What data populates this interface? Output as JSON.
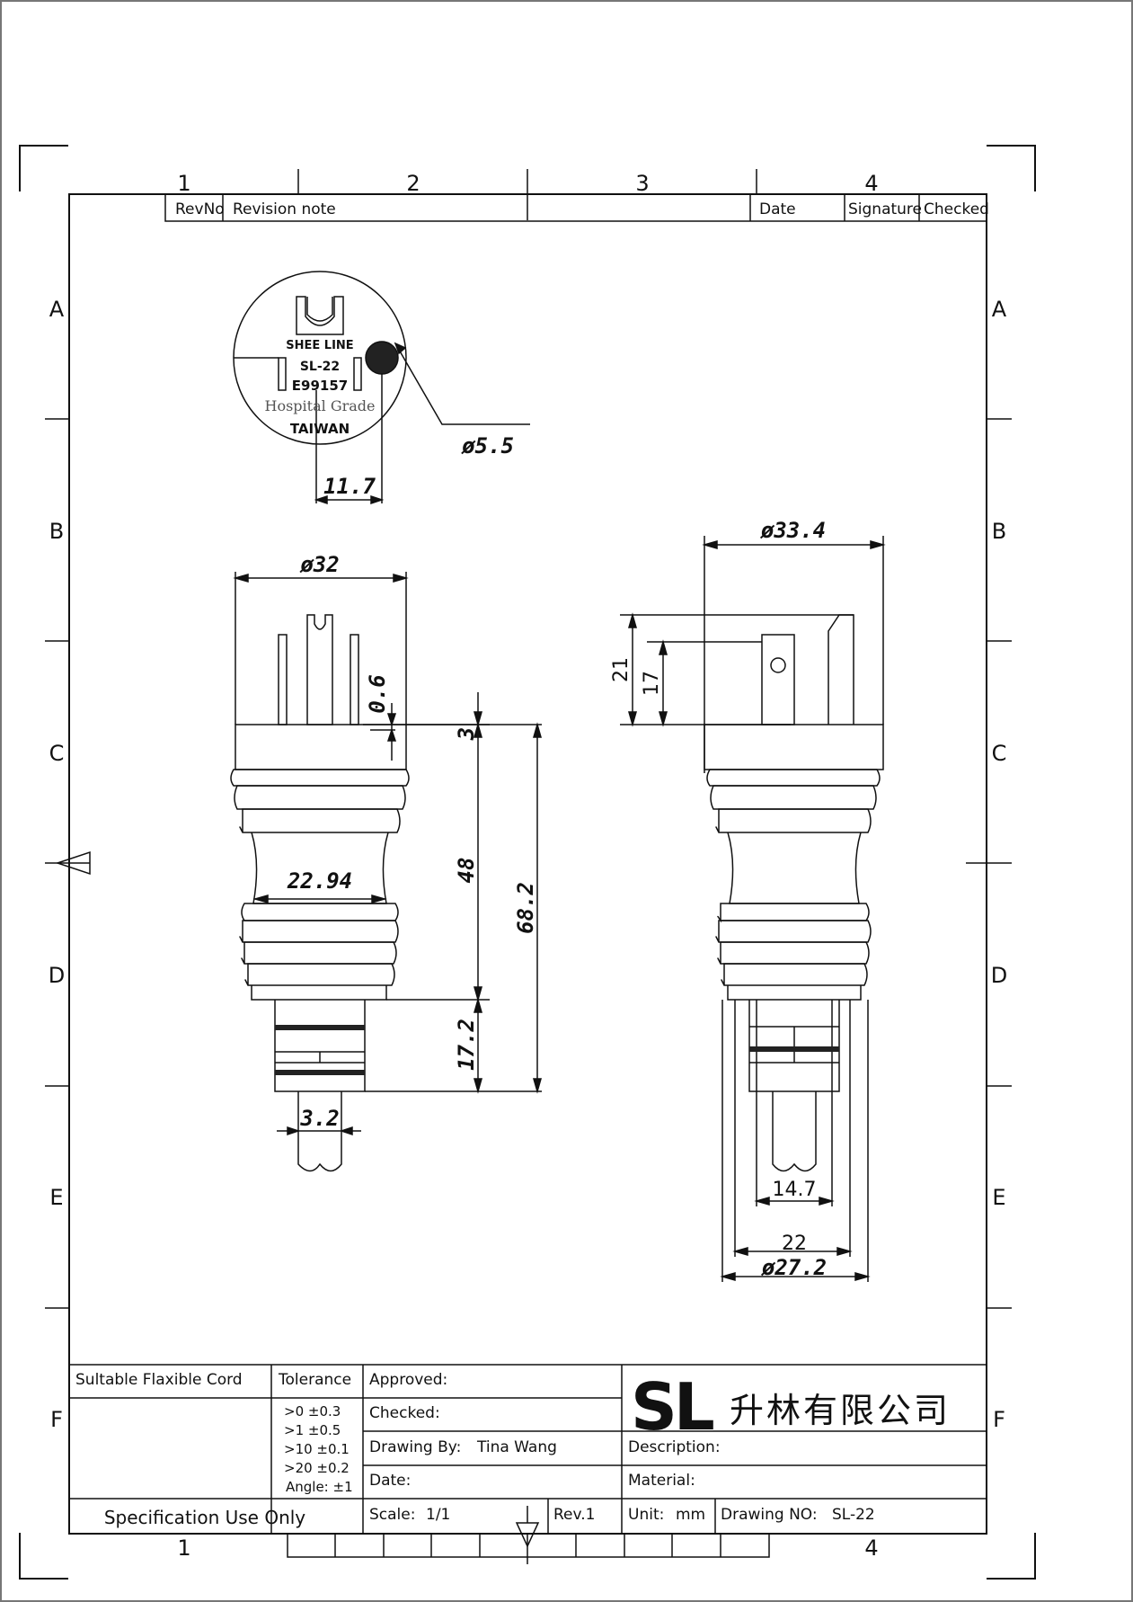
{
  "grid": {
    "columns": [
      "1",
      "2",
      "3",
      "4"
    ],
    "rows": [
      "A",
      "B",
      "C",
      "D",
      "E",
      "F"
    ],
    "bottom_columns": [
      "1",
      "4"
    ]
  },
  "revision_table": {
    "headers": [
      "RevNo",
      "Revision note",
      "Date",
      "Signature",
      "Checked"
    ]
  },
  "face_view": {
    "marking": [
      "SHEE LINE",
      "SL-22",
      "E99157",
      "Hospital Grade",
      "TAIWAN"
    ],
    "dims": {
      "hole_dia": "ø5.5",
      "offset": "11.7"
    }
  },
  "front_view": {
    "dims": {
      "dia": "ø32",
      "pin_gap": "0.6",
      "flange": "3",
      "body": "48",
      "total": "68.2",
      "grip": "22.94",
      "tail": "17.2",
      "cord": "3.2"
    }
  },
  "side_view": {
    "dims": {
      "dia": "ø33.4",
      "pin_h1": "21",
      "pin_h2": "17",
      "cord": "14.7",
      "tail_w": "22",
      "tail_dia": "ø27.2"
    }
  },
  "title_block": {
    "cord_label": "Sultable Flaxible Cord",
    "tolerance_label": "Tolerance",
    "tolerances": [
      ">0  ±0.3",
      ">1  ±0.5",
      ">10  ±0.1",
      ">20  ±0.2",
      "Angle: ±1"
    ],
    "approved": "Approved:",
    "checked": "Checked:",
    "drawing_by_label": "Drawing By:",
    "drawing_by": "Tina Wang",
    "date": "Date:",
    "scale_label": "Scale:",
    "scale": "1/1",
    "rev": "Rev.1",
    "spec_use": "Specification Use Only",
    "logo": "SL",
    "company": "升林有限公司",
    "description": "Description:",
    "material": "Material:",
    "unit_label": "Unit:",
    "unit": "mm",
    "drawing_no_label": "Drawing NO:",
    "drawing_no": "SL-22"
  }
}
